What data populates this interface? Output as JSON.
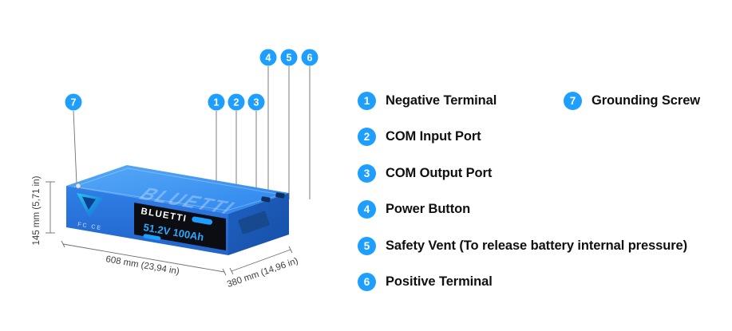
{
  "legend": {
    "items_left": [
      {
        "num": "1",
        "label": "Negative Terminal"
      },
      {
        "num": "2",
        "label": "COM Input Port"
      },
      {
        "num": "3",
        "label": "COM Output Port"
      },
      {
        "num": "4",
        "label": "Power Button"
      },
      {
        "num": "5",
        "label": "Safety Vent (To release battery internal pressure)"
      },
      {
        "num": "6",
        "label": "Positive Terminal"
      }
    ],
    "items_right": [
      {
        "num": "7",
        "label": "Grounding Screw"
      }
    ]
  },
  "callouts": {
    "n1": "1",
    "n2": "2",
    "n3": "3",
    "n4": "4",
    "n5": "5",
    "n6": "6",
    "n7": "7"
  },
  "dimensions": {
    "height": "145 mm (5,71 in)",
    "length": "608 mm (23,94 in)",
    "depth": "380 mm (14,96 in)"
  },
  "battery": {
    "top_logo": "BLUETTI",
    "panel_brand": "BLUETTI",
    "panel_spec": "51.2V 100Ah",
    "cert_marks": "FC CE"
  },
  "colors": {
    "accent": "#1E9FFF",
    "battery_top": "#3E95F2",
    "battery_front": "#2A74DC",
    "battery_side": "#1C59B5",
    "panel": "#0C0D12",
    "spec_text": "#2EA8FF",
    "dim_text": "#3d3d3d",
    "legend_text": "#101010"
  }
}
